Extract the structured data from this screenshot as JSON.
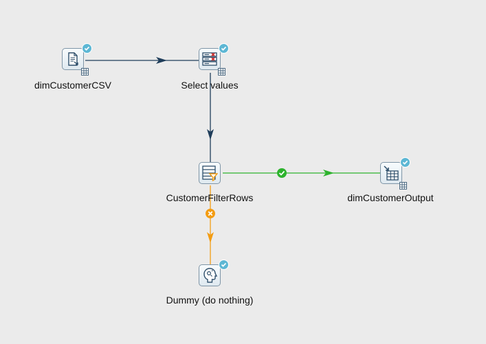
{
  "colors": {
    "background": "#ebebeb",
    "hop_default": "#1f3d5a",
    "hop_true": "#2db32d",
    "hop_false": "#f39c12",
    "status_ok": "#5db7d4"
  },
  "steps": [
    {
      "id": "csv",
      "label": "dimCustomerCSV",
      "icon": "csv-input-icon",
      "status": "ok"
    },
    {
      "id": "select",
      "label": "Select values",
      "icon": "select-values-icon",
      "status": "ok"
    },
    {
      "id": "filter",
      "label": "CustomerFilterRows",
      "icon": "filter-rows-icon",
      "status": "none"
    },
    {
      "id": "output",
      "label": "dimCustomerOutput",
      "icon": "table-output-icon",
      "status": "ok"
    },
    {
      "id": "dummy",
      "label": "Dummy (do nothing)",
      "icon": "dummy-icon",
      "status": "ok"
    }
  ],
  "hops": [
    {
      "from": "dimCustomerCSV",
      "to": "Select values",
      "type": "normal"
    },
    {
      "from": "Select values",
      "to": "CustomerFilterRows",
      "type": "normal"
    },
    {
      "from": "CustomerFilterRows",
      "to": "dimCustomerOutput",
      "type": "true"
    },
    {
      "from": "CustomerFilterRows",
      "to": "Dummy (do nothing)",
      "type": "false"
    }
  ]
}
